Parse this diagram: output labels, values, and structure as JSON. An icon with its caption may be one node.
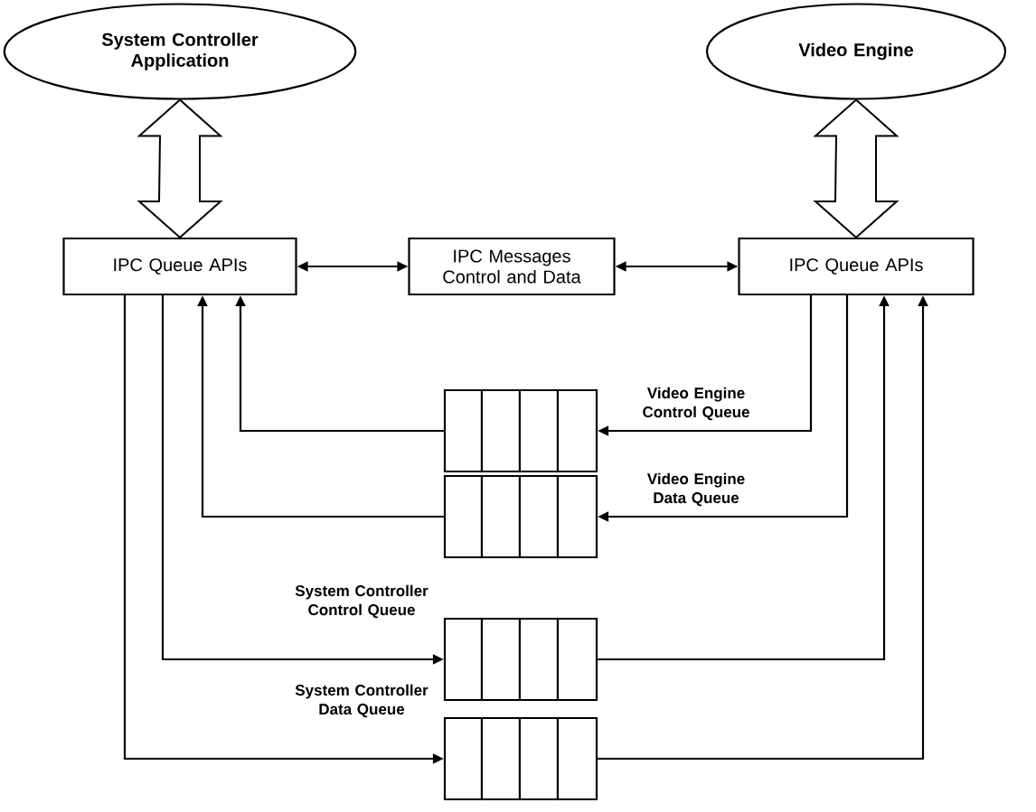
{
  "diagram": {
    "nodes": [
      {
        "text": [
          "System Controller Application"
        ]
      },
      {
        "text": [
          "Video Engine"
        ]
      },
      {
        "text": [
          "IPC Queue APIs"
        ]
      },
      {
        "text": [
          "IPC Messages Control and Data"
        ]
      },
      {
        "text": [
          "IPC Queue APIs"
        ]
      },
      {
        "text": [],
        "shape": "box",
        "beside": [
          "Video Engine Control Queue"
        ]
      },
      {
        "text": [],
        "shape": "box",
        "beside": [
          "Video Engine Data Queue"
        ]
      },
      {
        "text": [],
        "shape": "box",
        "beside": [
          "System Controller Control Queue"
        ]
      },
      {
        "text": [],
        "shape": "box",
        "beside": [
          "System Controller Data Queue"
        ]
      }
    ],
    "edges": [
      {
        "from": 0,
        "to": 2,
        "arrow": "both",
        "style": "thick"
      },
      {
        "from": 1,
        "to": 4,
        "arrow": "both",
        "style": "thick"
      },
      {
        "from": 2,
        "to": 3,
        "arrow": "both"
      },
      {
        "from": 3,
        "to": 4,
        "arrow": "both"
      },
      {
        "from": 4,
        "to": 5,
        "arrow": "to"
      },
      {
        "from": 5,
        "to": 2,
        "arrow": "to"
      },
      {
        "from": 4,
        "to": 6,
        "arrow": "to"
      },
      {
        "from": 6,
        "to": 2,
        "arrow": "to"
      },
      {
        "from": 2,
        "to": 7,
        "arrow": "to"
      },
      {
        "from": 7,
        "to": 4,
        "arrow": "to"
      },
      {
        "from": 2,
        "to": 8,
        "arrow": "to"
      },
      {
        "from": 8,
        "to": 4,
        "arrow": "to"
      }
    ]
  }
}
